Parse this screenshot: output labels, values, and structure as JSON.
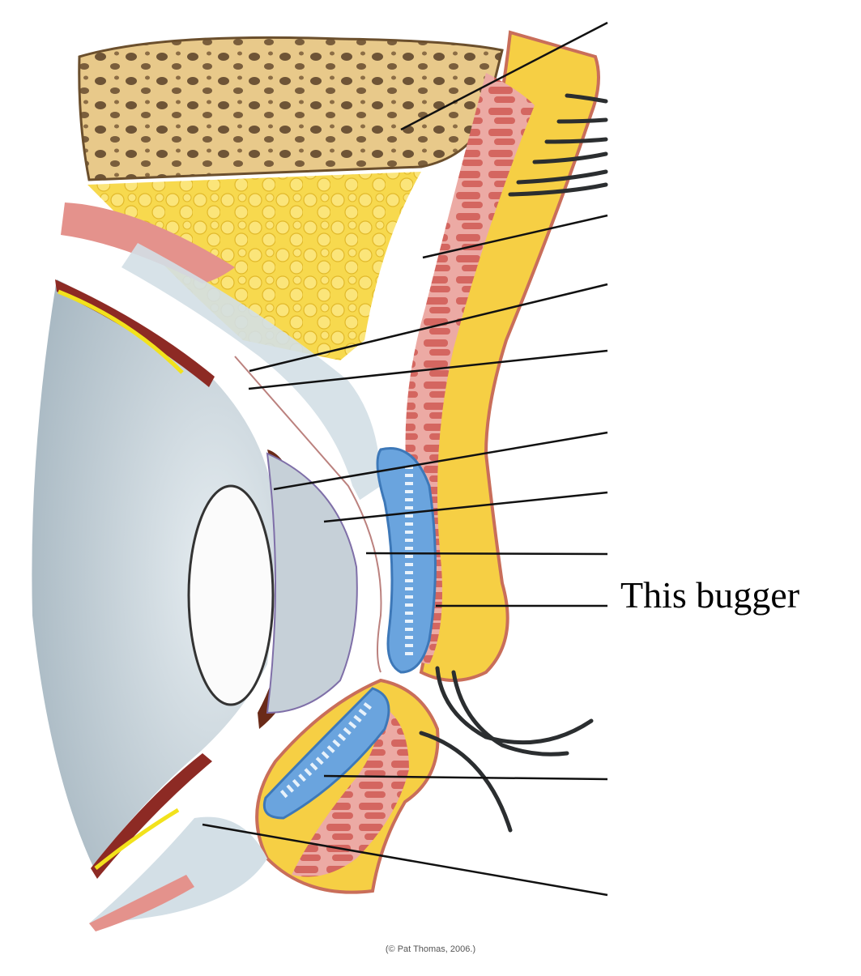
{
  "diagram": {
    "callout_label": "This bugger",
    "credit": "(© Pat Thomas, 2006.)",
    "leader_line_count": 10
  },
  "colors": {
    "bone": "#e8c98a",
    "fat": "#f6d64a",
    "muscle": "#d9706c",
    "muscle_light": "#ecaaa4",
    "tarsus": "#6aa4de",
    "tarsus_light": "#cfe4f5",
    "fascia": "#d3dfe6",
    "eyeball": "#c9d5dc",
    "lens": "#fbfbfb",
    "retina": "#8d2a24",
    "highlight": "#f2e21c",
    "lash": "#2b2e30",
    "leader": "#111111"
  }
}
